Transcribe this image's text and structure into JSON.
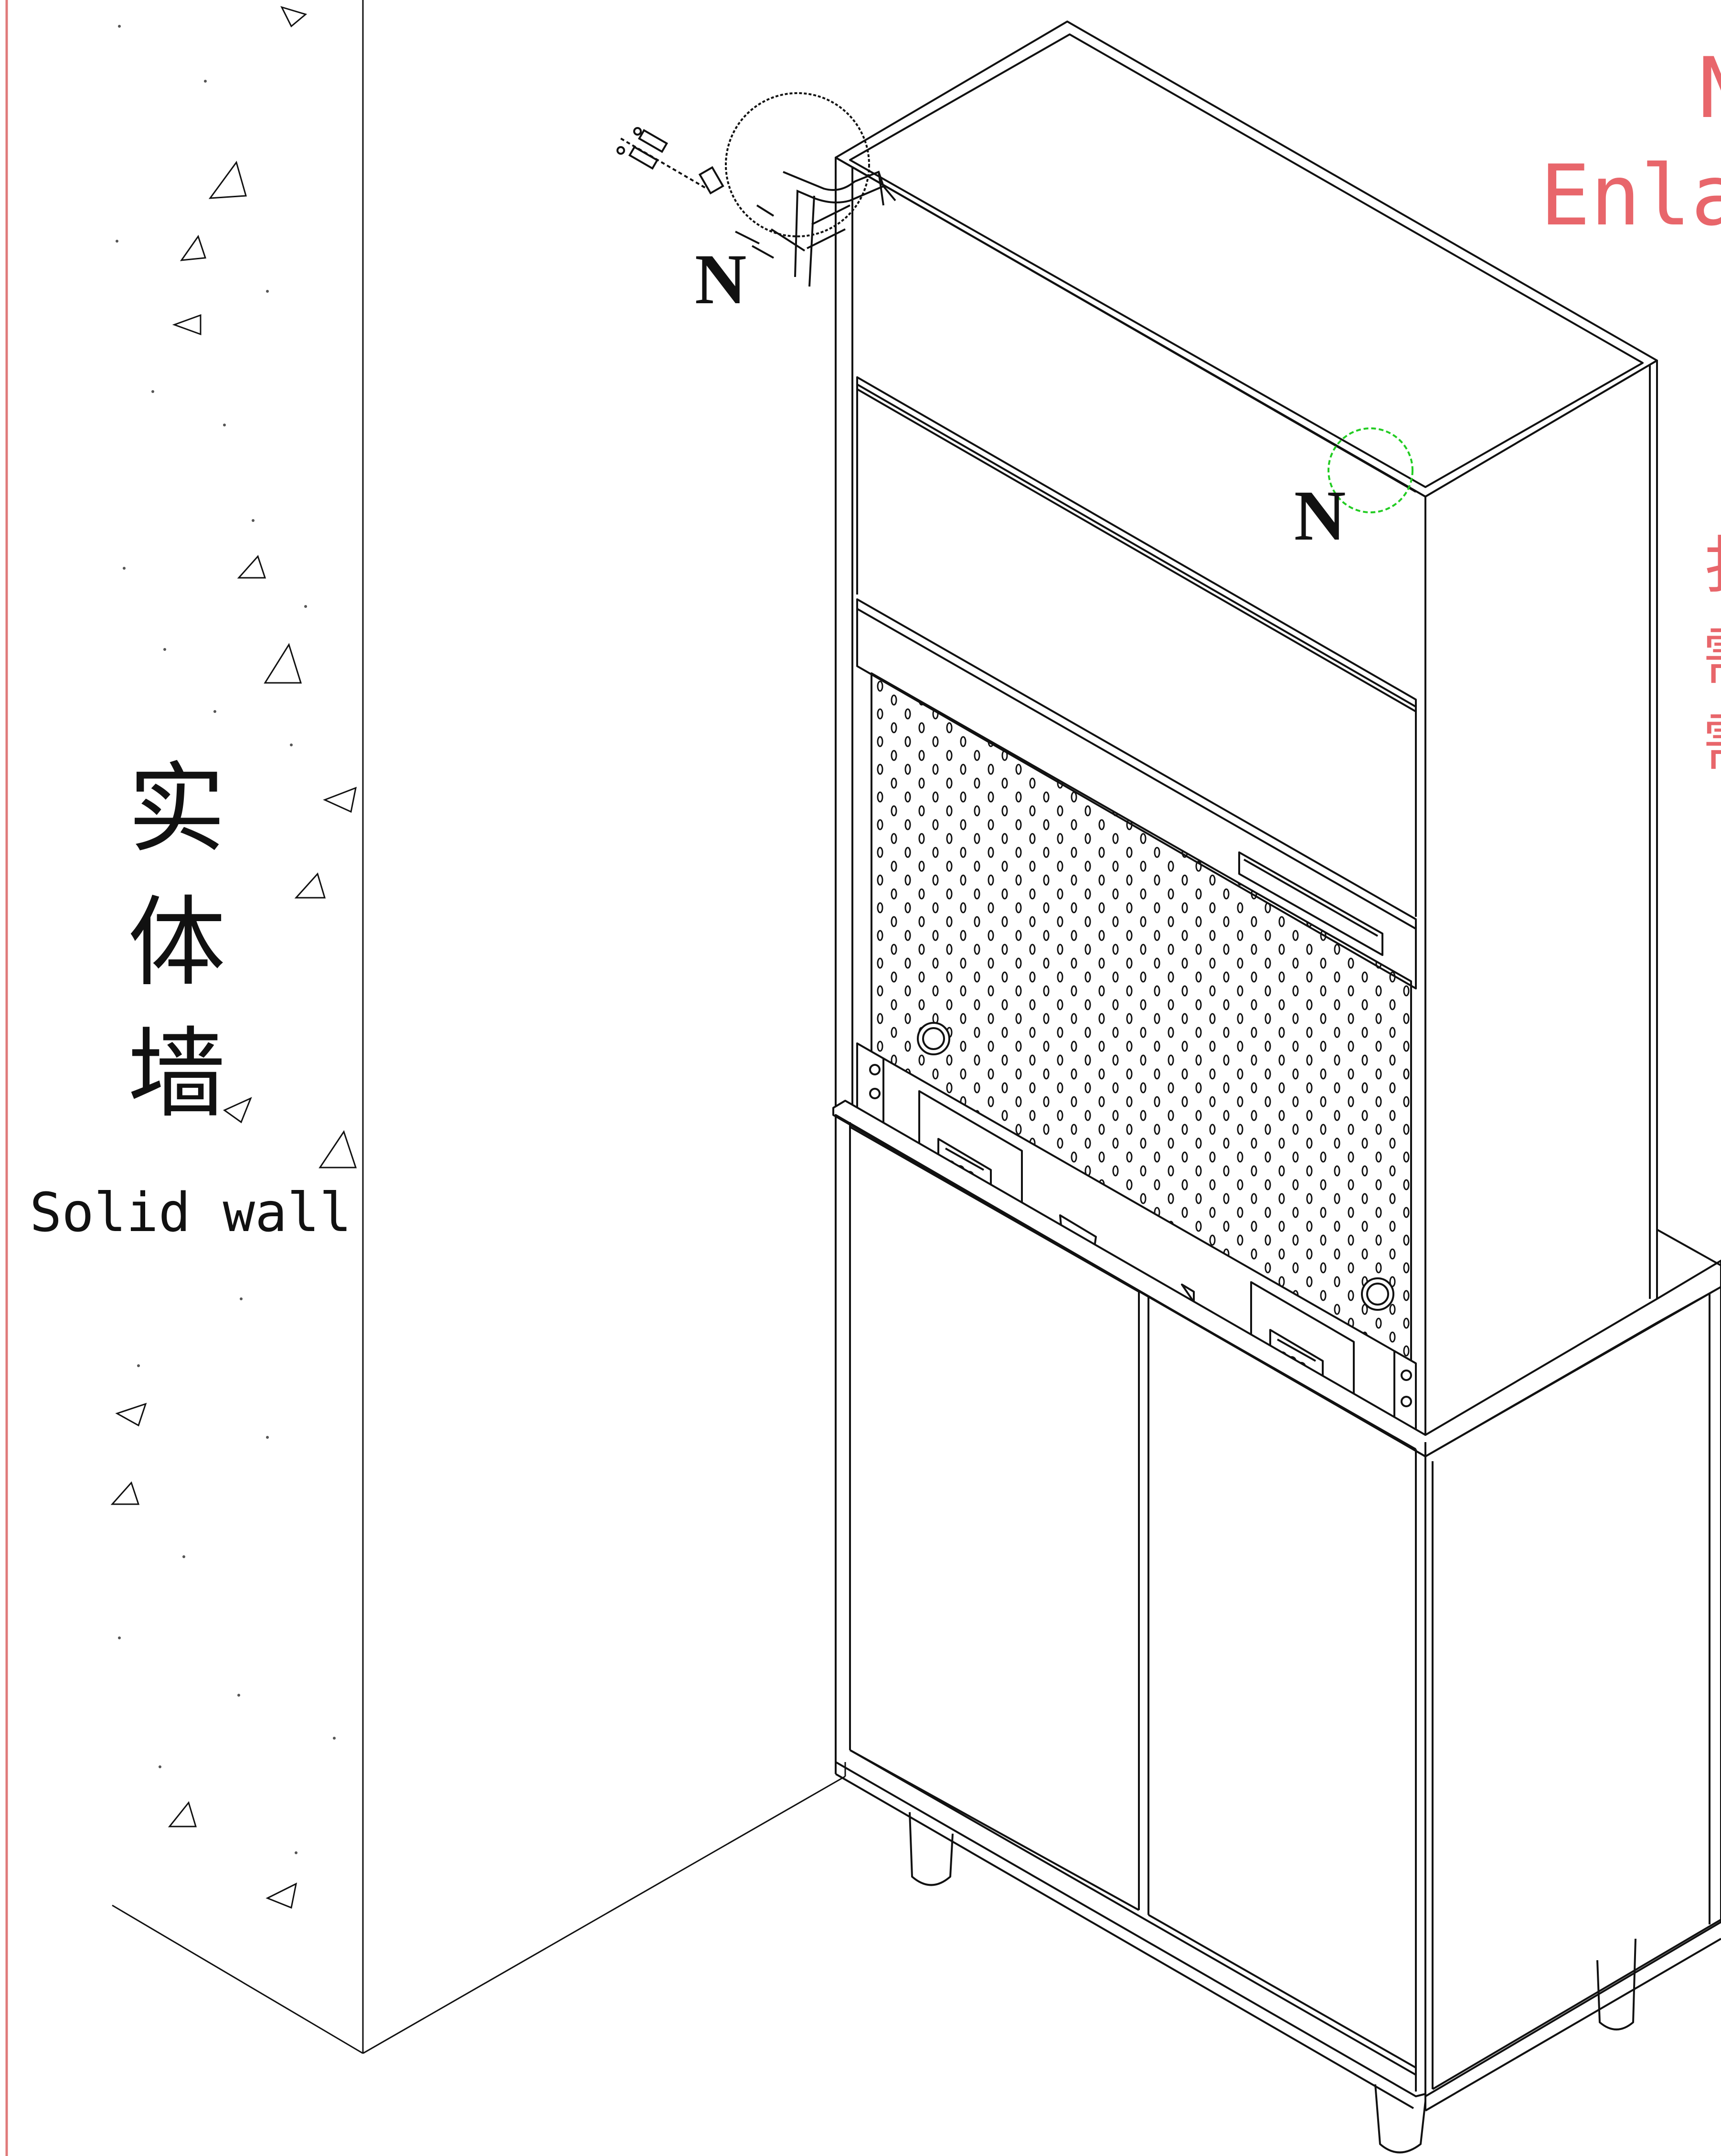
{
  "wall": {
    "label_zh_chars": [
      "实",
      "体",
      "墙"
    ],
    "label_en": "Solid wall"
  },
  "callouts": {
    "detail_marker": "N",
    "location_marker": "N"
  },
  "red_annotation": {
    "title_top": "N",
    "title_bottom": "Enla",
    "side_chars": [
      "扌",
      "需",
      "需"
    ]
  },
  "colors": {
    "line": "#111111",
    "border_red": "#e07a7a",
    "annotation_red": "#e8666b",
    "highlight_green": "#22cc22"
  }
}
